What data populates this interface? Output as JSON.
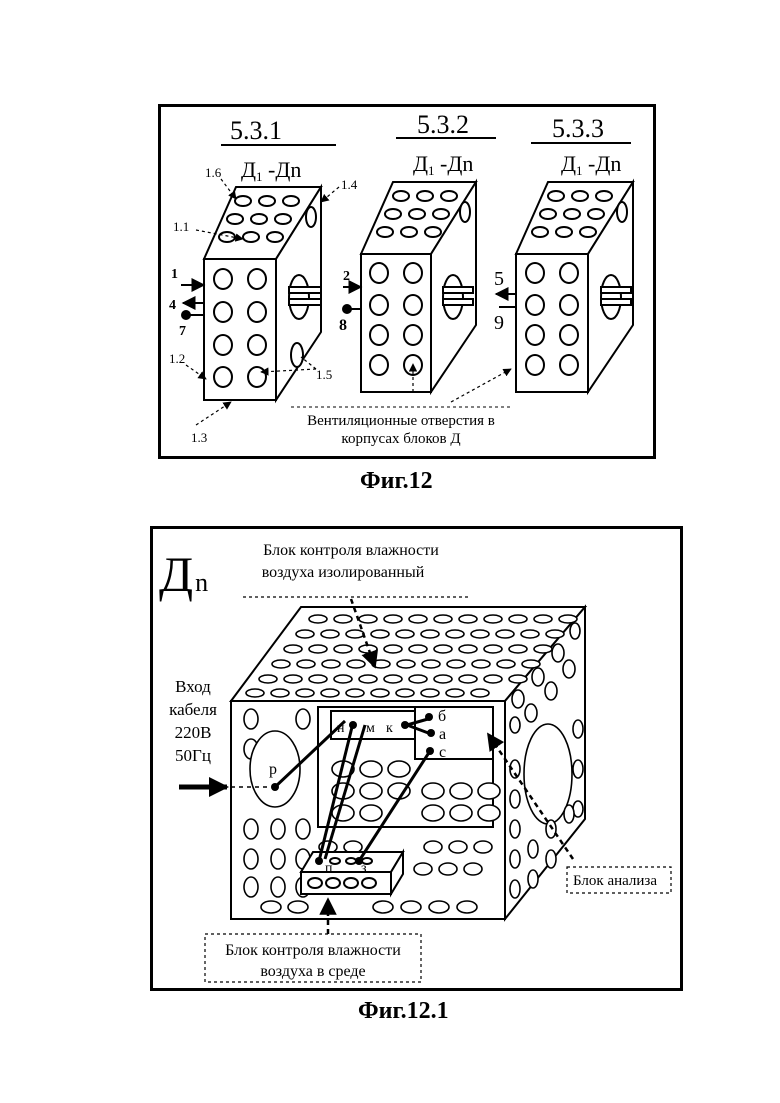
{
  "fig12": {
    "caption": "Фиг.12",
    "blocks": [
      {
        "code": "5.3.1",
        "label_main": "Д",
        "label_sub": "1",
        "label_tail": " -Дn"
      },
      {
        "code": "5.3.2",
        "label_main": "Д",
        "label_sub": "1",
        "label_tail": " -Дn"
      },
      {
        "code": "5.3.3",
        "label_main": "Д",
        "label_sub": "1",
        "label_tail": " -Дn"
      }
    ],
    "callouts": [
      "1.6",
      "1.4",
      "1.1",
      "1.2",
      "1.5",
      "1.3"
    ],
    "connectors": [
      "1",
      "4",
      "7",
      "2",
      "8",
      "5",
      "9"
    ],
    "vent_note_line1": "Вентиляционные отверстия в",
    "vent_note_line2": "корпусах блоков Д"
  },
  "fig121": {
    "caption": "Фиг.12.1",
    "title_main": "Д",
    "title_sub": "n",
    "top_label_line1": "Блок контроля влажности",
    "top_label_line2": "воздуха изолированный",
    "input_line1": "Вход",
    "input_line2": "кабеля",
    "input_line3": "220В",
    "input_line4": "50Гц",
    "analysis_label": "Блок анализа",
    "bottom_label_line1": "Блок контроля влажности",
    "bottom_label_line2": "воздуха в среде",
    "terminals": [
      "н",
      "м",
      "к",
      "б",
      "а",
      "с",
      "р",
      "п",
      "з"
    ]
  }
}
